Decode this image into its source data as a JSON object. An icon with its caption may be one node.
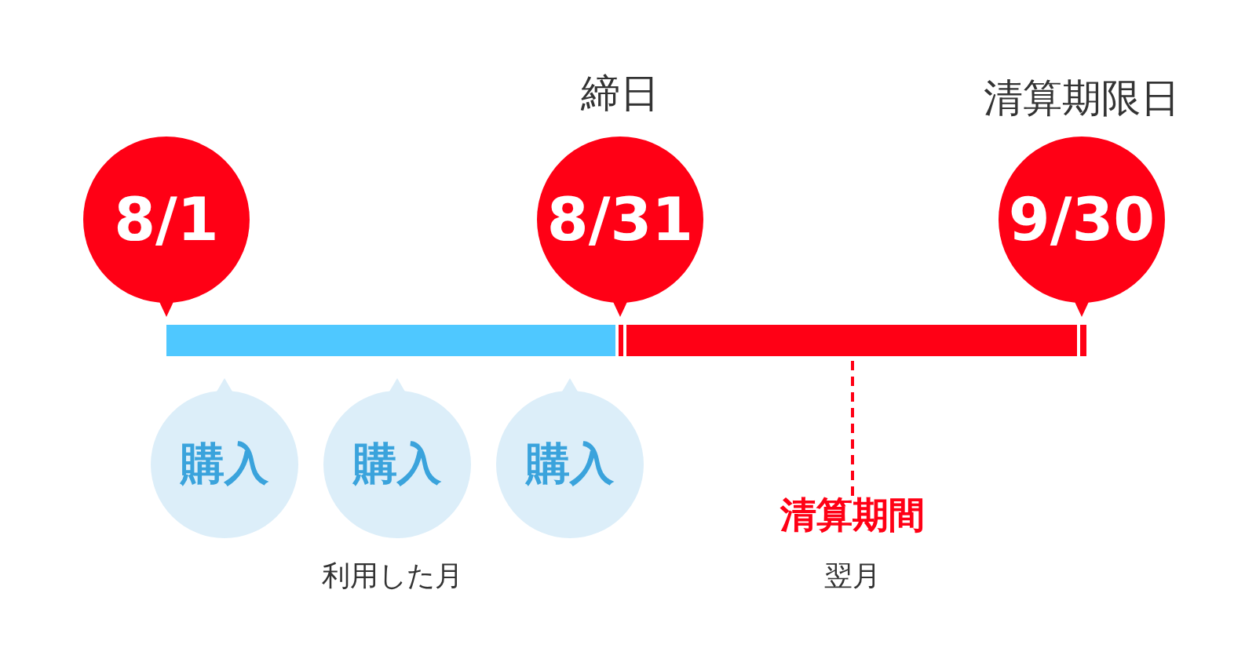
{
  "diagram": {
    "nodes": [
      {
        "text": [
          "8/1"
        ]
      },
      {
        "text": [
          "8/31"
        ],
        "beside": [
          "締日"
        ]
      },
      {
        "text": [
          "9/30"
        ],
        "beside": [
          "清算期限日"
        ]
      },
      {
        "text": [],
        "shape": "bar"
      },
      {
        "text": [],
        "shape": "bar"
      },
      {
        "text": [
          "購入"
        ]
      },
      {
        "text": [
          "購入"
        ]
      },
      {
        "text": [
          "購入"
        ]
      },
      {
        "text": [
          "清算期間"
        ]
      }
    ],
    "edges": [
      {
        "from": 8,
        "to": 4,
        "arrow": "none",
        "style": "dashed"
      }
    ],
    "labels": [
      "利用した月",
      "翌月"
    ]
  }
}
